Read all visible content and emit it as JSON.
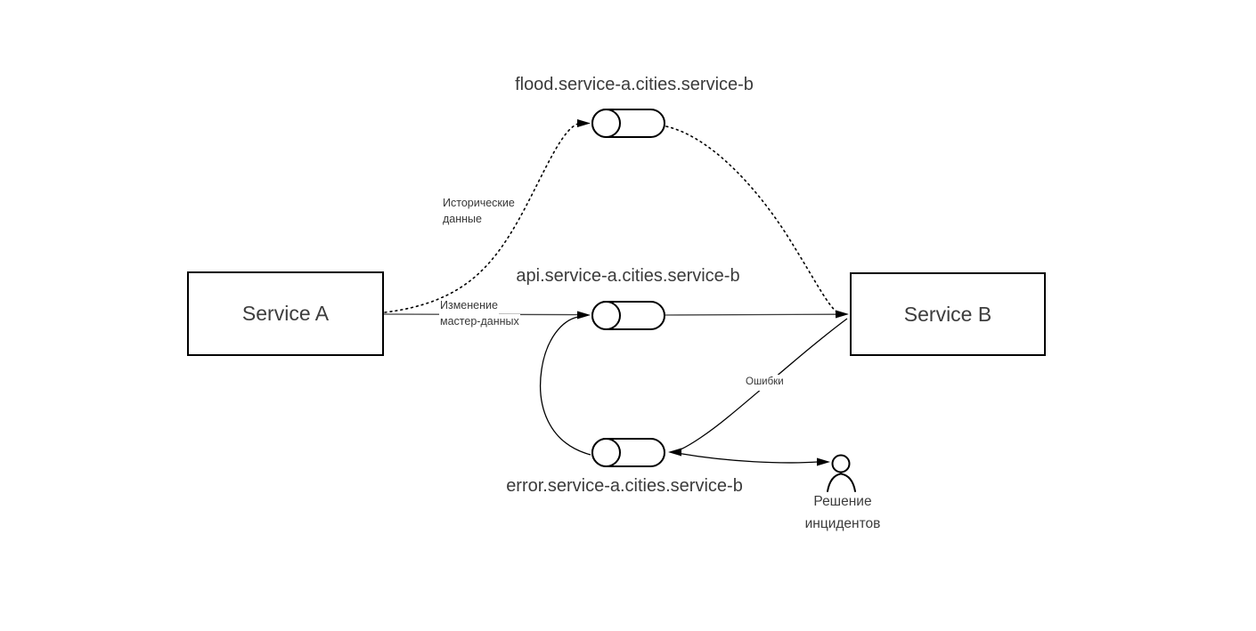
{
  "diagram": {
    "background_color": "#ffffff",
    "shape_stroke_color": "#000000",
    "text_color": "#3b3b3b",
    "nodes": {
      "service_a": {
        "label": "Service A"
      },
      "service_b": {
        "label": "Service B"
      }
    },
    "queues": {
      "flood": {
        "label": "flood.service-a.cities.service-b"
      },
      "api": {
        "label": "api.service-a.cities.service-b"
      },
      "error": {
        "label": "error.service-a.cities.service-b"
      }
    },
    "edge_labels": {
      "historical": {
        "line1": "Исторические",
        "line2": "данные"
      },
      "master_data": {
        "line1": "Изменение",
        "line2": "мастер-данных"
      },
      "errors": {
        "label": "Ошибки"
      }
    },
    "actor": {
      "line1": "Решение",
      "line2": "инцидентов"
    }
  }
}
